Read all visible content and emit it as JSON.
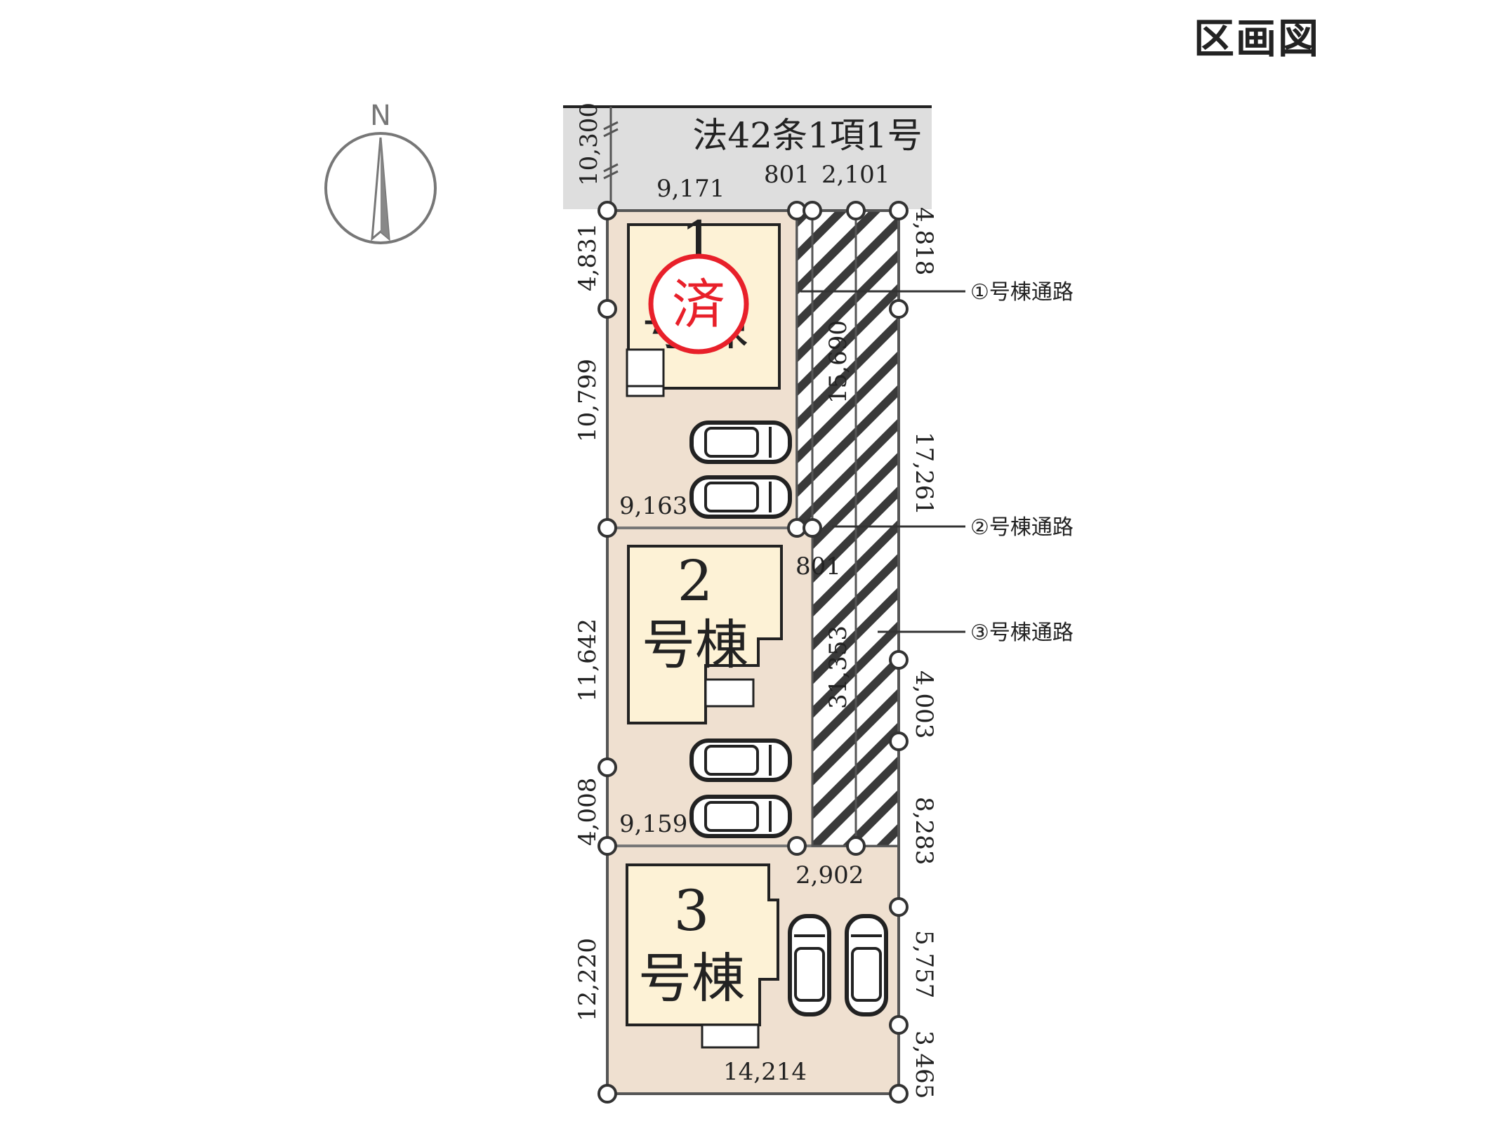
{
  "title": "区画図",
  "compass": {
    "label": "N"
  },
  "road": {
    "label": "法42条1項1号",
    "width": "10,300"
  },
  "lots": [
    {
      "number": "1",
      "kanji": "号棟",
      "status": "済"
    },
    {
      "number": "2",
      "kanji": "号棟"
    },
    {
      "number": "3",
      "kanji": "号棟"
    }
  ],
  "dimensions": {
    "top_front": "9,171",
    "top_path1": "801",
    "top_path23": "2,101",
    "left_1a": "4,831",
    "left_1b": "10,799",
    "lot1_bottom": "9,163",
    "path1_bottom": "801",
    "path_len_1": "15,690",
    "path_len_2": "31,353",
    "right_a": "4,818",
    "right_b": "17,261",
    "left_2a": "11,642",
    "left_2b": "4,008",
    "lot2_bottom": "9,159",
    "path_bottom": "2,902",
    "right_c": "4,003",
    "right_d": "8,283",
    "left_3": "12,220",
    "right_e": "5,757",
    "right_f": "3,465",
    "lot3_bottom": "14,214"
  },
  "callouts": [
    "①号棟通路",
    "②号棟通路",
    "③号棟通路"
  ],
  "colors": {
    "lot": "#efe0d0",
    "building": "#fdf2d6",
    "road": "#dedede",
    "sold_mark": "#e8202a",
    "line": "#555555"
  }
}
